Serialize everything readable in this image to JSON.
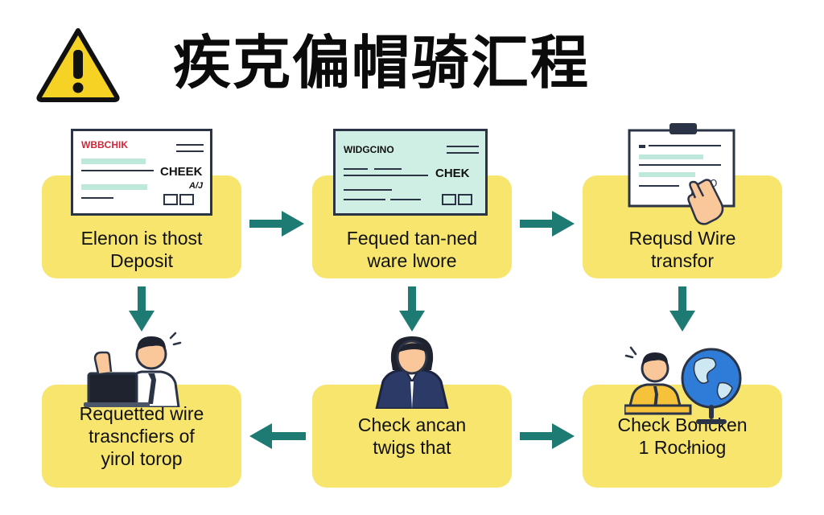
{
  "header": {
    "title": "疾克偏帽骑汇程",
    "warning_icon": "warning-triangle-icon"
  },
  "steps": [
    {
      "label": "Elenon is thost\nDeposit"
    },
    {
      "label": "Fequed tan-ned\nware lwore"
    },
    {
      "label": "Requsd Wire\ntransfor"
    },
    {
      "label": "Requetted wire\ntrasncfiers of\nyirol torop"
    },
    {
      "label": "Check ancan\ntwigs that"
    },
    {
      "label": "Check Boncken\n1 Rocłniog"
    }
  ],
  "checks": {
    "check1": {
      "header": "WBBCHIK",
      "word": "CHEEK",
      "small": "A/J"
    },
    "check2": {
      "header": "WIDGCINO",
      "word": "CHEK"
    },
    "form_mark": "O"
  },
  "colors": {
    "box": "#f7e56e",
    "arrow": "#1e7b73",
    "mint": "#cfeee4",
    "warning": "#f6d224",
    "ink": "#2b3446",
    "brand_red": "#d2263a"
  }
}
